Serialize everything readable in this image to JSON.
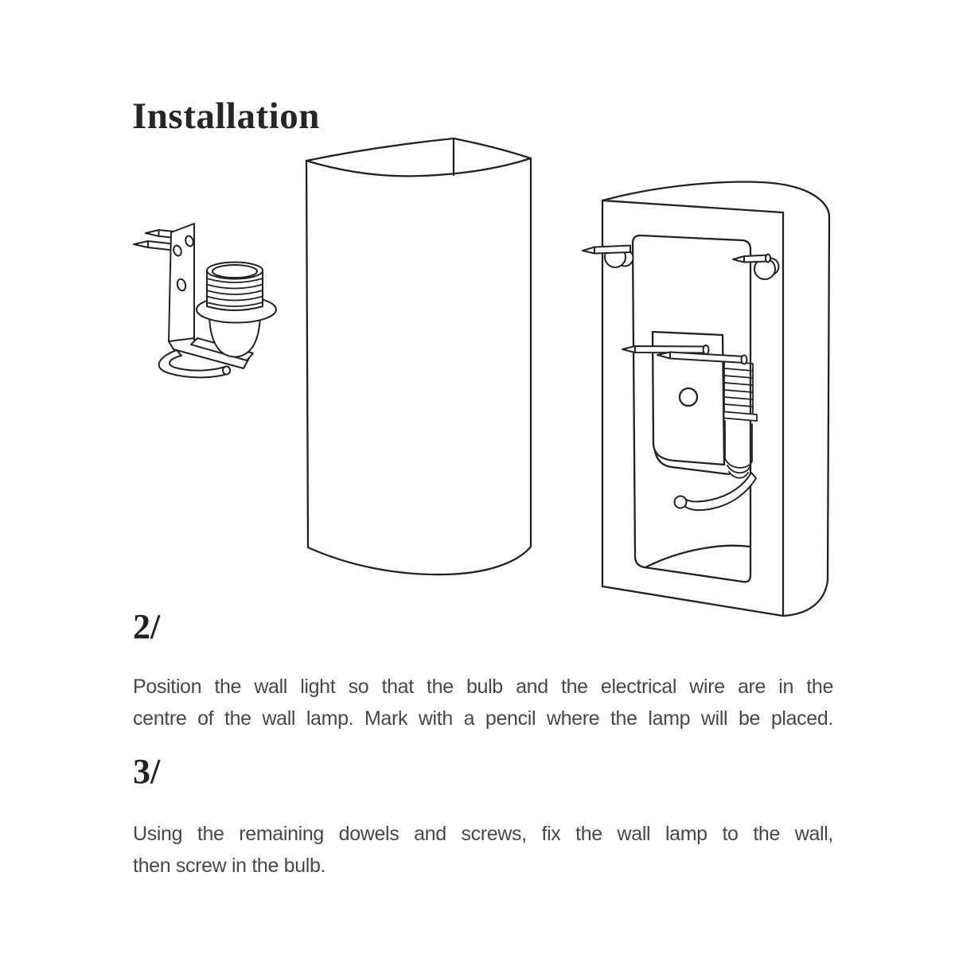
{
  "page": {
    "title": "Installation",
    "background_color": "#ffffff",
    "line_color": "#222222",
    "heading_color": "#26262a",
    "body_text_color": "#48484a"
  },
  "steps": [
    {
      "number": "2/",
      "lines": [
        "Position the wall light so that the bulb and the electrical wire are in the",
        "centre of the wall lamp. Mark with a pencil where the lamp will be placed."
      ]
    },
    {
      "number": "3/",
      "lines": [
        "Using the remaining dowels and screws, fix the wall lamp to the wall,",
        "then screw in the bulb."
      ]
    }
  ]
}
